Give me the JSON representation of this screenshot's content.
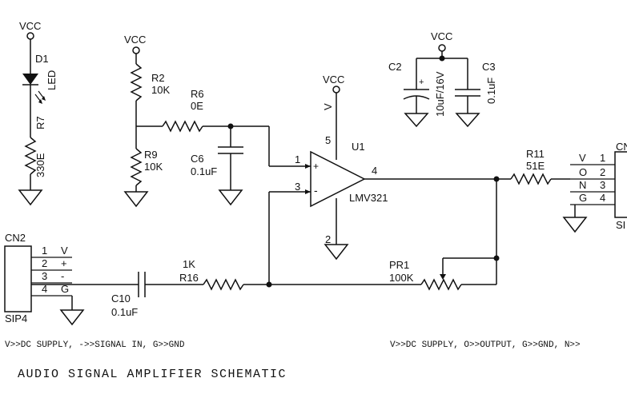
{
  "supply": {
    "vcc": "VCC"
  },
  "led": {
    "ref": "D1",
    "part": "LED"
  },
  "r7": {
    "ref": "R7",
    "value": "330E"
  },
  "r2": {
    "ref": "R2",
    "value": "10K"
  },
  "r9": {
    "ref": "R9",
    "value": "10K"
  },
  "r6": {
    "ref": "R6",
    "value": "0E"
  },
  "c6": {
    "ref": "C6",
    "value": "0.1uF"
  },
  "c2": {
    "ref": "C2",
    "value": "10uF/16V",
    "plus": "+"
  },
  "c3": {
    "ref": "C3",
    "value": "0.1uF"
  },
  "u1": {
    "ref": "U1",
    "part": "LMV321",
    "pin_vplus": "V",
    "pin5": "5",
    "pin1": "1",
    "pin3": "3",
    "pin4": "4",
    "pin2": "2",
    "plus": "+",
    "minus": "-"
  },
  "r11": {
    "ref": "R11",
    "value": "51E"
  },
  "r16": {
    "ref": "R16",
    "value": "1K"
  },
  "c10": {
    "ref": "C10",
    "value": "0.1uF"
  },
  "pr1": {
    "ref": "PR1",
    "value": "100K"
  },
  "cn2": {
    "ref": "CN2",
    "package": "SIP4",
    "pins": [
      {
        "num": "1",
        "label": "V"
      },
      {
        "num": "2",
        "label": "+"
      },
      {
        "num": "3",
        "label": "-"
      },
      {
        "num": "4",
        "label": "G"
      }
    ]
  },
  "cn_out": {
    "ref": "CN",
    "package": "SI",
    "pins": [
      {
        "num": "1",
        "label": "V"
      },
      {
        "num": "2",
        "label": "O"
      },
      {
        "num": "3",
        "label": "N"
      },
      {
        "num": "4",
        "label": "G"
      }
    ]
  },
  "notes": {
    "input": "V>>DC SUPPLY, ->>SIGNAL IN, G>>GND",
    "output": "V>>DC SUPPLY, O>>OUTPUT, G>>GND, N>>"
  },
  "title": "AUDIO SIGNAL AMPLIFIER SCHEMATIC"
}
